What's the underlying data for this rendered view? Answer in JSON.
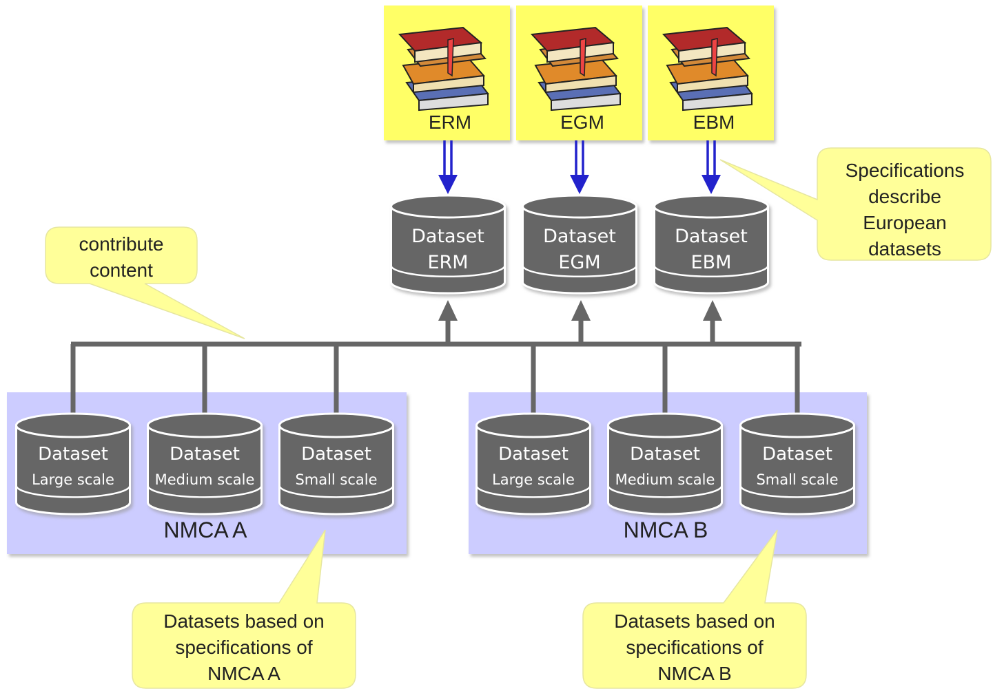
{
  "specs": [
    {
      "label": "ERM"
    },
    {
      "label": "EGM"
    },
    {
      "label": "EBM"
    }
  ],
  "european_datasets": [
    {
      "line1": "Dataset",
      "line2": "ERM"
    },
    {
      "line1": "Dataset",
      "line2": "EGM"
    },
    {
      "line1": "Dataset",
      "line2": "EBM"
    }
  ],
  "regions": [
    {
      "label": "NMCA A",
      "datasets": [
        {
          "line1": "Dataset",
          "line2": "Large scale"
        },
        {
          "line1": "Dataset",
          "line2": "Medium scale"
        },
        {
          "line1": "Dataset",
          "line2": "Small scale"
        }
      ]
    },
    {
      "label": "NMCA B",
      "datasets": [
        {
          "line1": "Dataset",
          "line2": "Large scale"
        },
        {
          "line1": "Dataset",
          "line2": "Medium scale"
        },
        {
          "line1": "Dataset",
          "line2": "Small scale"
        }
      ]
    }
  ],
  "callouts": {
    "contribute": [
      "contribute",
      "content"
    ],
    "specs": [
      "Specifications",
      "describe",
      "European",
      "datasets"
    ],
    "nmca_a": [
      "Datasets based on",
      "specifications of",
      "NMCA A"
    ],
    "nmca_b": [
      "Datasets based on",
      "specifications of",
      "NMCA B"
    ]
  },
  "colors": {
    "spec_box": "#ffff66",
    "callout": "#ffff99",
    "region": "#ccccff",
    "cylinder": "#666666",
    "connector": "#666666",
    "spec_arrow": "#2222cc"
  }
}
